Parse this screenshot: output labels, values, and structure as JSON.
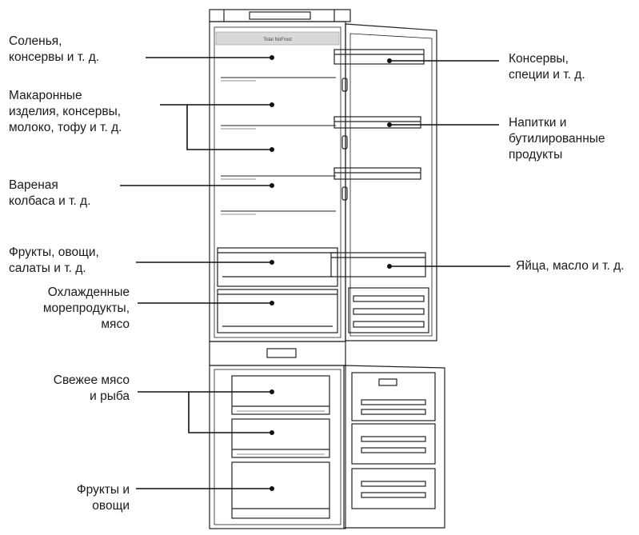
{
  "fridge": {
    "brand_strip": "Total NoFrost"
  },
  "labels": {
    "pickles": [
      "Соленья,",
      "консервы и т. д."
    ],
    "pasta": [
      "Макаронные",
      "изделия, консервы,",
      "молоко, тофу и т. д."
    ],
    "sausage": [
      "Вареная",
      "колбаса и т. д."
    ],
    "fruits_salads": [
      "Фрукты, овощи,",
      "салаты и т. д."
    ],
    "seafood": [
      "Охлажденные",
      "морепродукты,",
      "мясо"
    ],
    "fresh_meat": [
      "Свежее мясо",
      "и рыба"
    ],
    "fruits_veg": [
      "Фрукты и",
      "овощи"
    ],
    "canned_spices": [
      "Консервы,",
      "специи и т. д."
    ],
    "drinks": [
      "Напитки и",
      "бутилированные",
      "продукты"
    ],
    "eggs_butter": [
      "Яйца, масло и т. д."
    ]
  }
}
